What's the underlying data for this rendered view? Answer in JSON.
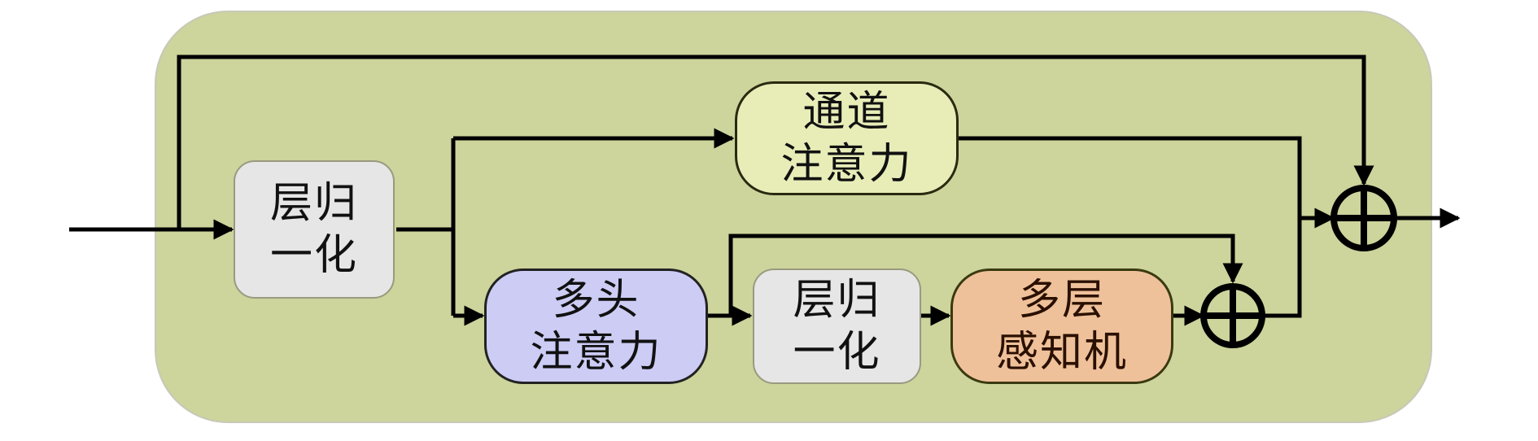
{
  "diagram": {
    "nodes": {
      "layer_norm_1": {
        "line1": "层归",
        "line2": "一化"
      },
      "channel_attention": {
        "line1": "通道",
        "line2": "注意力"
      },
      "multi_head_attention": {
        "line1": "多头",
        "line2": "注意力"
      },
      "layer_norm_2": {
        "line1": "层归",
        "line2": "一化"
      },
      "mlp": {
        "line1": "多层",
        "line2": "感知机"
      }
    },
    "adders": [
      "add-inner",
      "add-outer"
    ],
    "colors": {
      "container": "#cdd49c",
      "layer_norm": "#e6e6e6",
      "channel_attention": "#e8edb8",
      "multi_head_attention": "#ccccf5",
      "mlp": "#efc19a",
      "wire": "#000000"
    }
  }
}
